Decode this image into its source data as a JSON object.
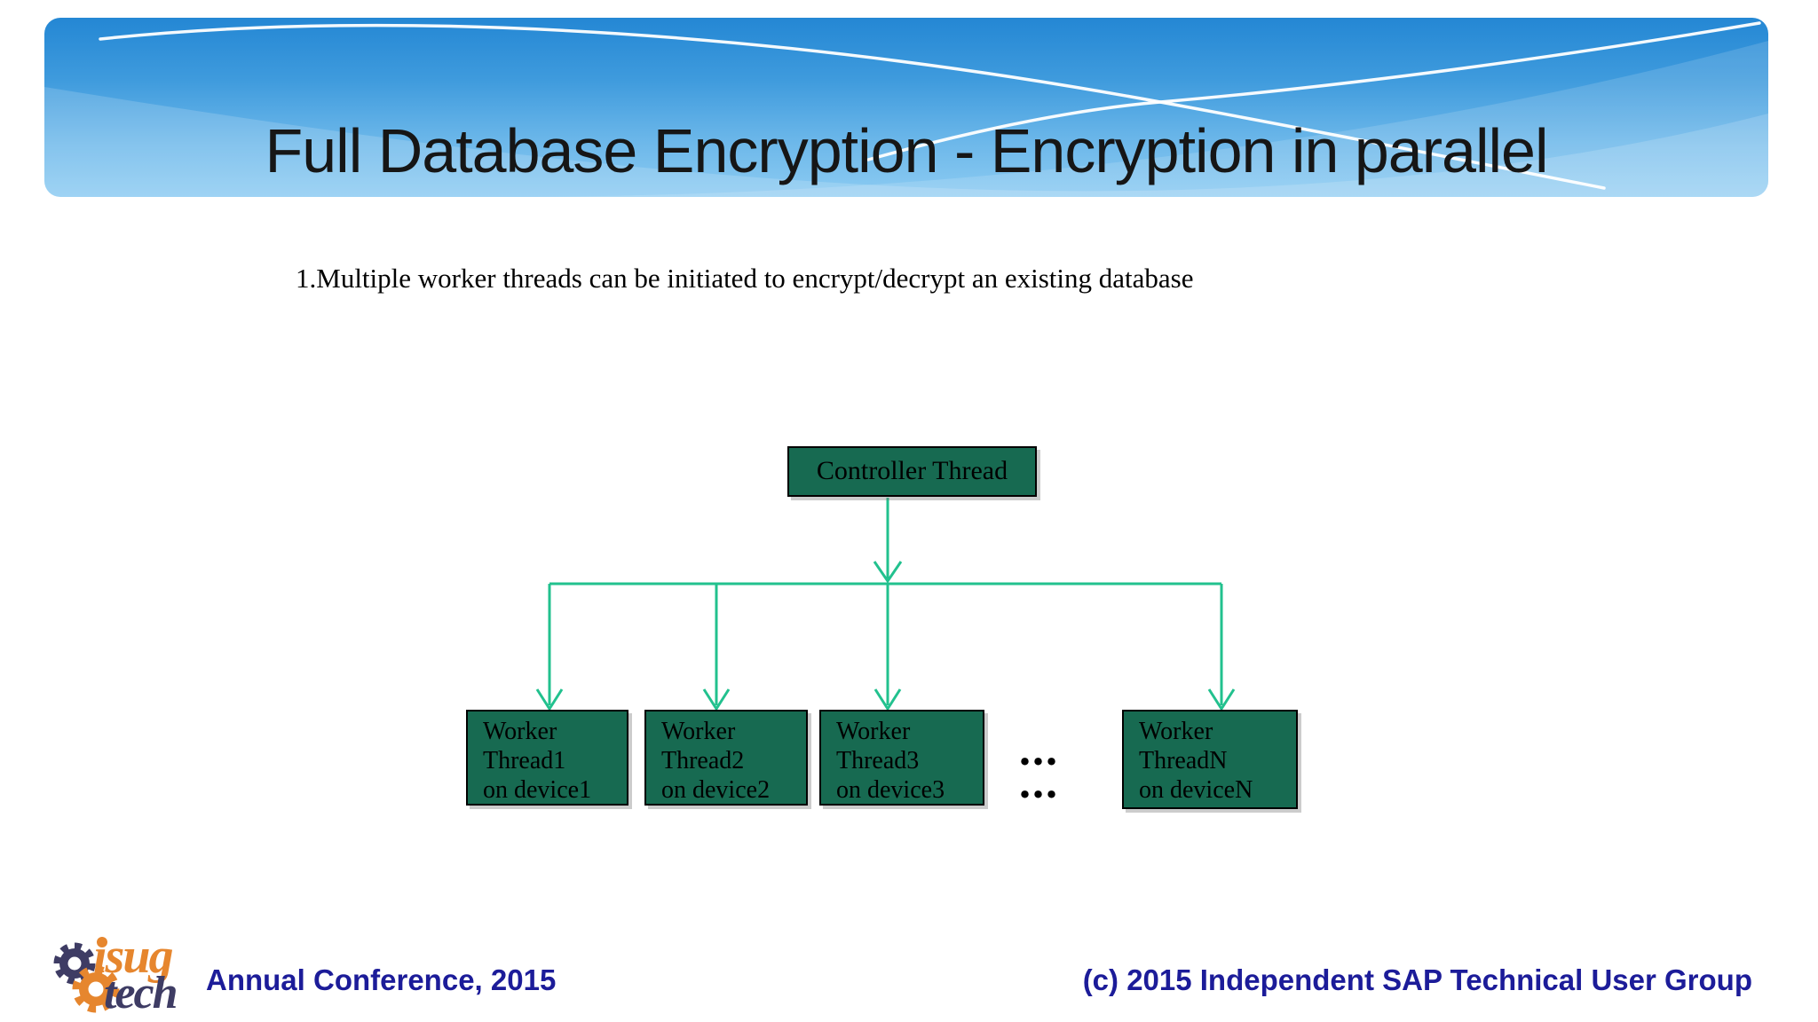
{
  "slide": {
    "title": "Full Database Encryption - Encryption in parallel",
    "bullet": "1.Multiple worker threads can be initiated to encrypt/decrypt an existing database"
  },
  "diagram": {
    "controller_label": "Controller Thread",
    "workers": [
      {
        "lines": [
          "Worker",
          "Thread1",
          "on device1"
        ]
      },
      {
        "lines": [
          "Worker",
          "Thread2",
          "on device2"
        ]
      },
      {
        "lines": [
          "Worker",
          "Thread3",
          "on device3"
        ]
      },
      {
        "lines": [
          "Worker",
          "ThreadN",
          "on deviceN"
        ]
      }
    ],
    "ellipsis_top": "...",
    "ellipsis_bottom": "...",
    "colors": {
      "box_fill": "#176a51",
      "box_border": "#000000",
      "arrow_green": "#22c18e"
    }
  },
  "footer": {
    "logo_word_top": "isug",
    "logo_word_bottom": "tech",
    "left_text": "Annual Conference, 2015",
    "right_text": "(c) 2015 Independent SAP Technical User Group",
    "colors": {
      "text_navy": "#1c1c99",
      "logo_orange": "#e6862e",
      "logo_navy": "#3e3c64"
    }
  },
  "header": {
    "colors": {
      "gradient_top": "#2487d4",
      "gradient_bottom": "#8ccbf2",
      "swoosh_line": "#ffffff"
    }
  }
}
